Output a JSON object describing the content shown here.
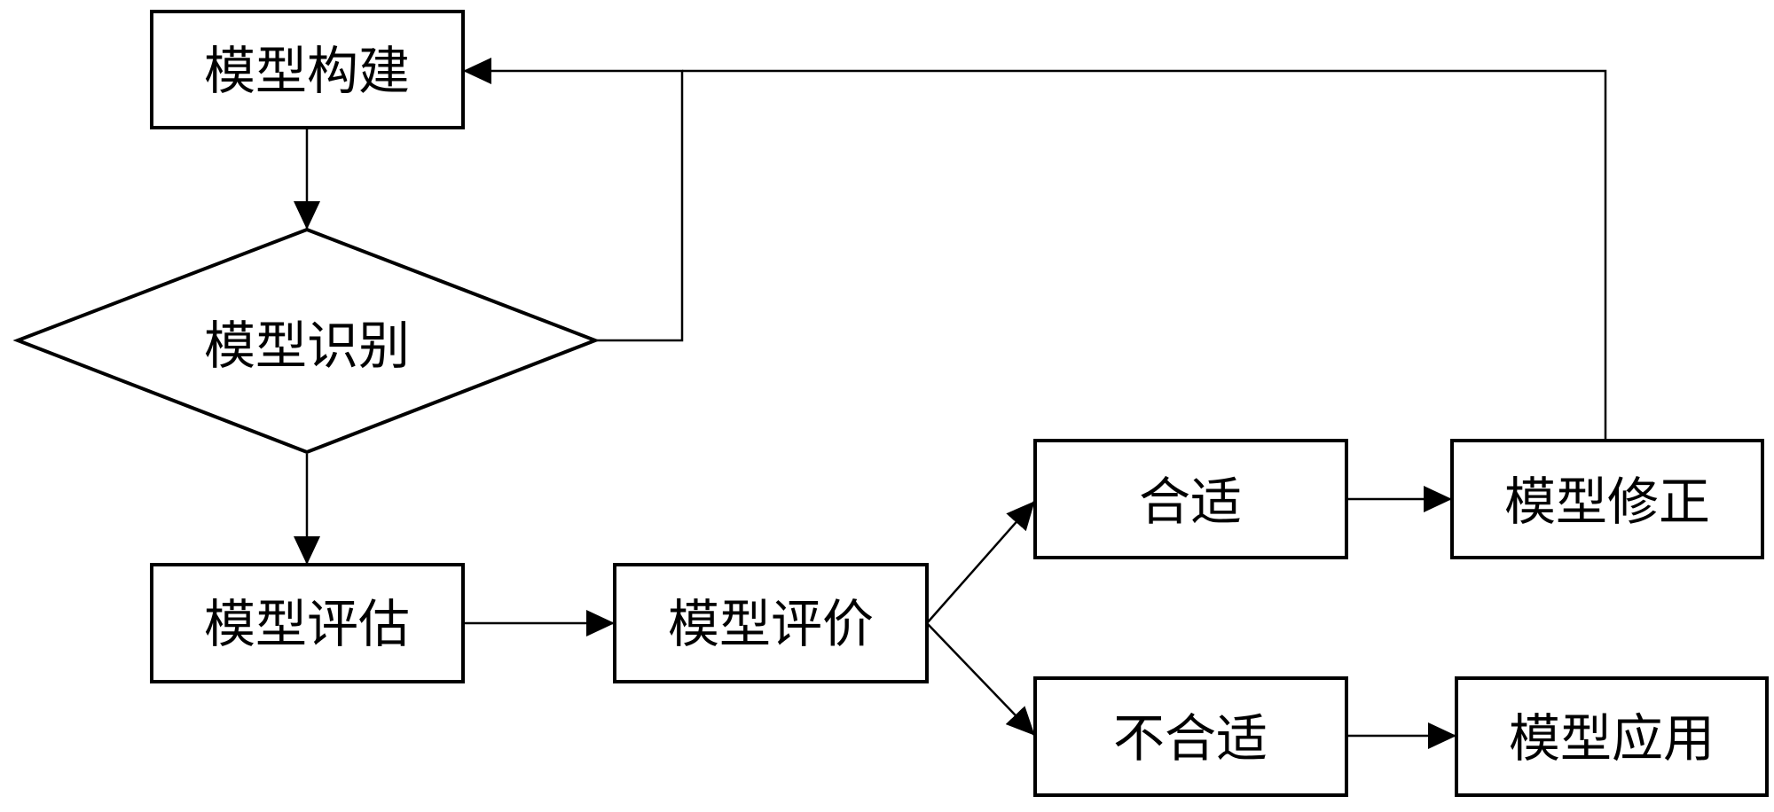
{
  "nodes": {
    "model_build": "模型构建",
    "model_identify": "模型识别",
    "model_estimate": "模型评估",
    "model_evaluate": "模型评价",
    "suitable": "合适",
    "model_revise": "模型修正",
    "unsuitable": "不合适",
    "model_apply": "模型应用"
  },
  "colors": {
    "stroke": "#000000",
    "fill": "#ffffff",
    "text": "#000000"
  }
}
